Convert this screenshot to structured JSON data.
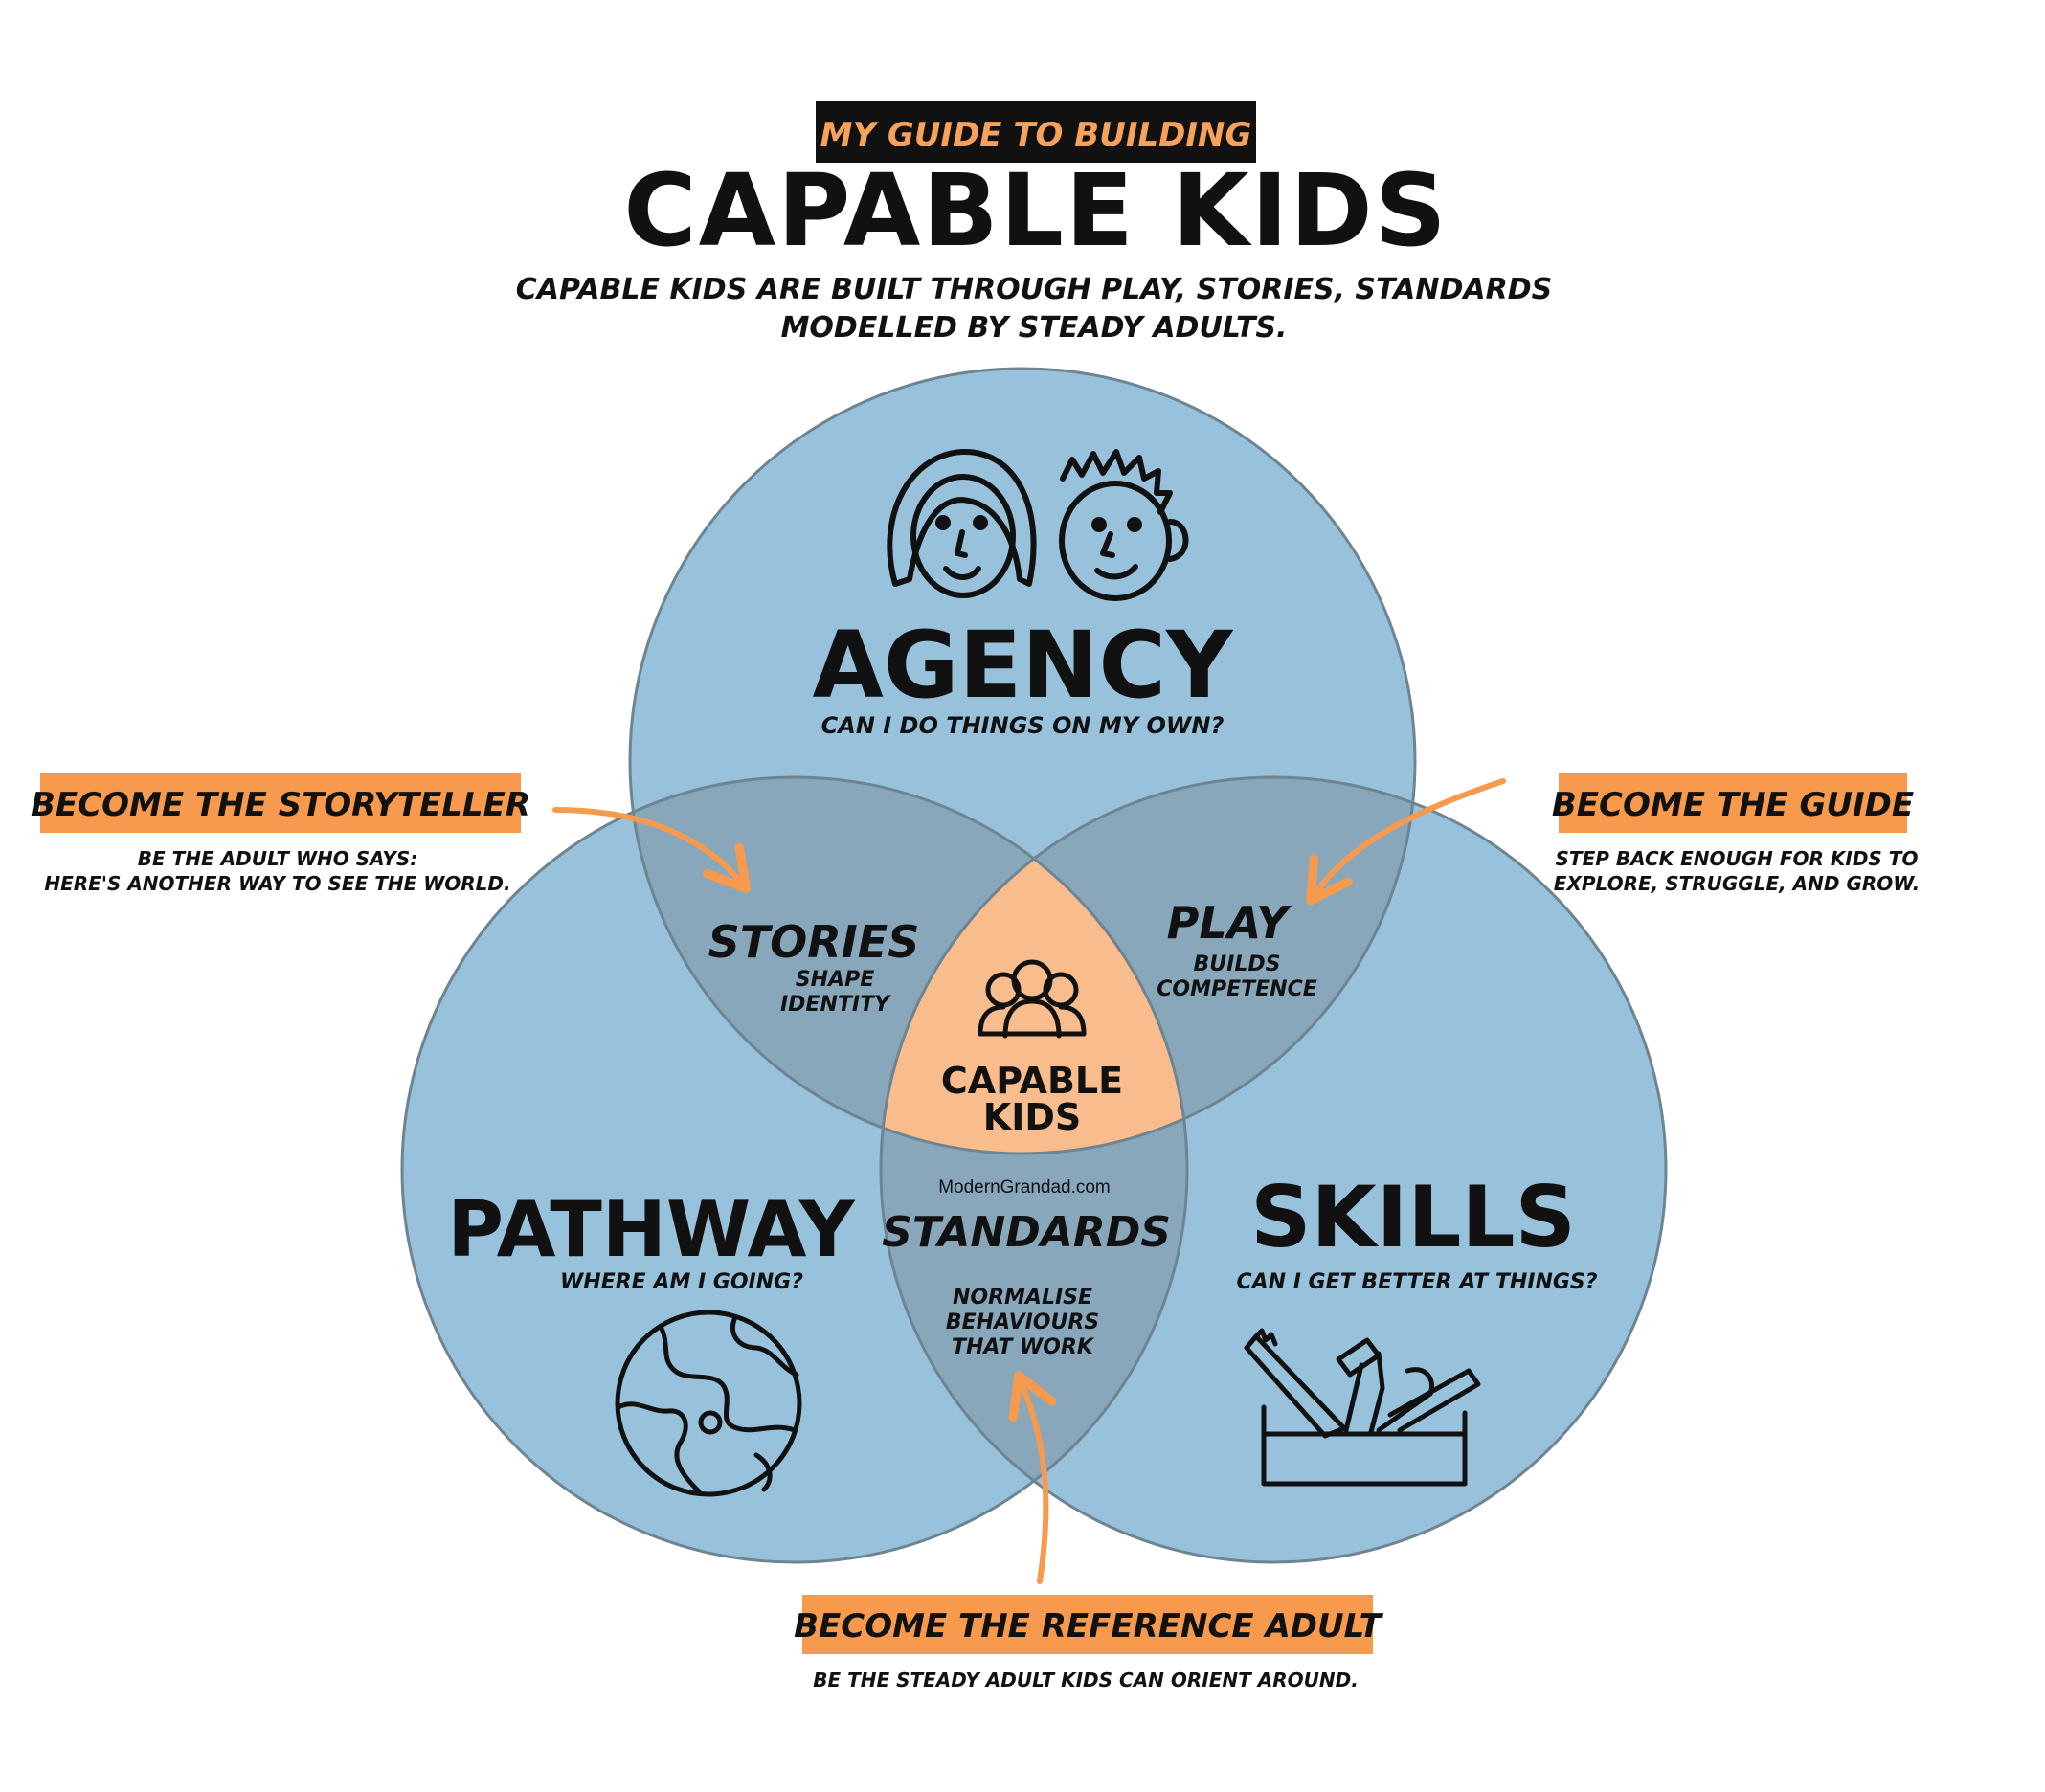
{
  "header": {
    "kicker": "MY GUIDE TO BUILDING",
    "title": "CAPABLE KIDS",
    "subtitle_line1": "CAPABLE KIDS ARE BUILT THROUGH PLAY, STORIES, STANDARDS",
    "subtitle_line2": "MODELLED BY STEADY ADULTS."
  },
  "circles": {
    "agency": {
      "title": "AGENCY",
      "question": "CAN I DO THINGS ON MY OWN?",
      "icon": "two-faces-icon"
    },
    "pathway": {
      "title": "PATHWAY",
      "question": "WHERE AM I GOING?",
      "icon": "globe-icon"
    },
    "skills": {
      "title": "SKILLS",
      "question": "CAN I GET BETTER AT THINGS?",
      "icon": "toolbox-icon"
    }
  },
  "overlaps": {
    "stories": {
      "title": "STORIES",
      "line1": "SHAPE",
      "line2": "IDENTITY"
    },
    "play": {
      "title": "PLAY",
      "line1": "BUILDS",
      "line2": "COMPETENCE"
    },
    "standards": {
      "title": "STANDARDS",
      "line1": "NORMALISE",
      "line2": "BEHAVIOURS",
      "line3": "THAT WORK"
    },
    "center": {
      "line1": "CAPABLE",
      "line2": "KIDS",
      "icon": "group-icon"
    }
  },
  "watermark": "ModernGrandad.com",
  "callouts": {
    "storyteller": {
      "label": "BECOME THE STORYTELLER",
      "line1": "BE THE ADULT WHO SAYS:",
      "line2": "HERE'S ANOTHER WAY TO SEE THE WORLD."
    },
    "guide": {
      "label": "BECOME THE GUIDE",
      "line1": "STEP BACK ENOUGH FOR KIDS TO",
      "line2": "EXPLORE, STRUGGLE, AND GROW."
    },
    "reference": {
      "label": "BECOME THE REFERENCE ADULT",
      "line1": "BE THE STEADY ADULT KIDS CAN ORIENT AROUND."
    }
  },
  "colors": {
    "circle_fill": "#98c1db",
    "circle_stroke": "#6e8591",
    "overlap_fill": "#88a7bb",
    "center_fill": "#f8bc8d",
    "accent_orange": "#f79a4e",
    "ink": "#111111"
  }
}
